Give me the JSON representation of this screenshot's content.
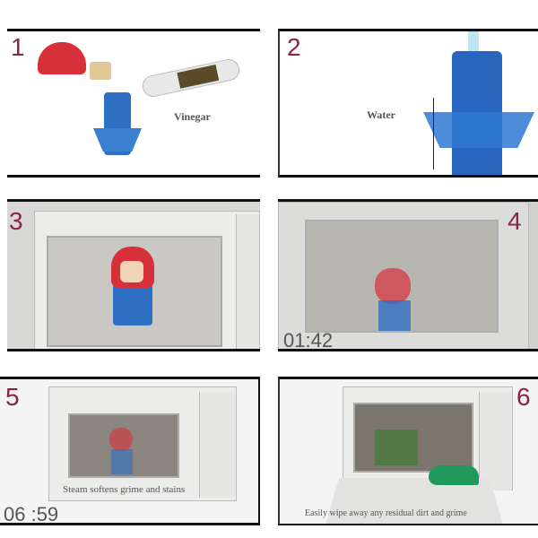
{
  "steps": [
    {
      "number": "1",
      "label": "Vinegar"
    },
    {
      "number": "2",
      "label": "Water"
    },
    {
      "number": "3"
    },
    {
      "number": "4",
      "timer": "01:42"
    },
    {
      "number": "5",
      "timer": "06 :59",
      "caption": "Steam softens grime and stains"
    },
    {
      "number": "6",
      "caption": "Easily wipe away any residual dirt and grime"
    }
  ],
  "colors": {
    "step_number": "#8b2346",
    "product_blue": "#2f6fc4",
    "product_red": "#d8303a",
    "cloth_green": "#1f9a5a"
  }
}
